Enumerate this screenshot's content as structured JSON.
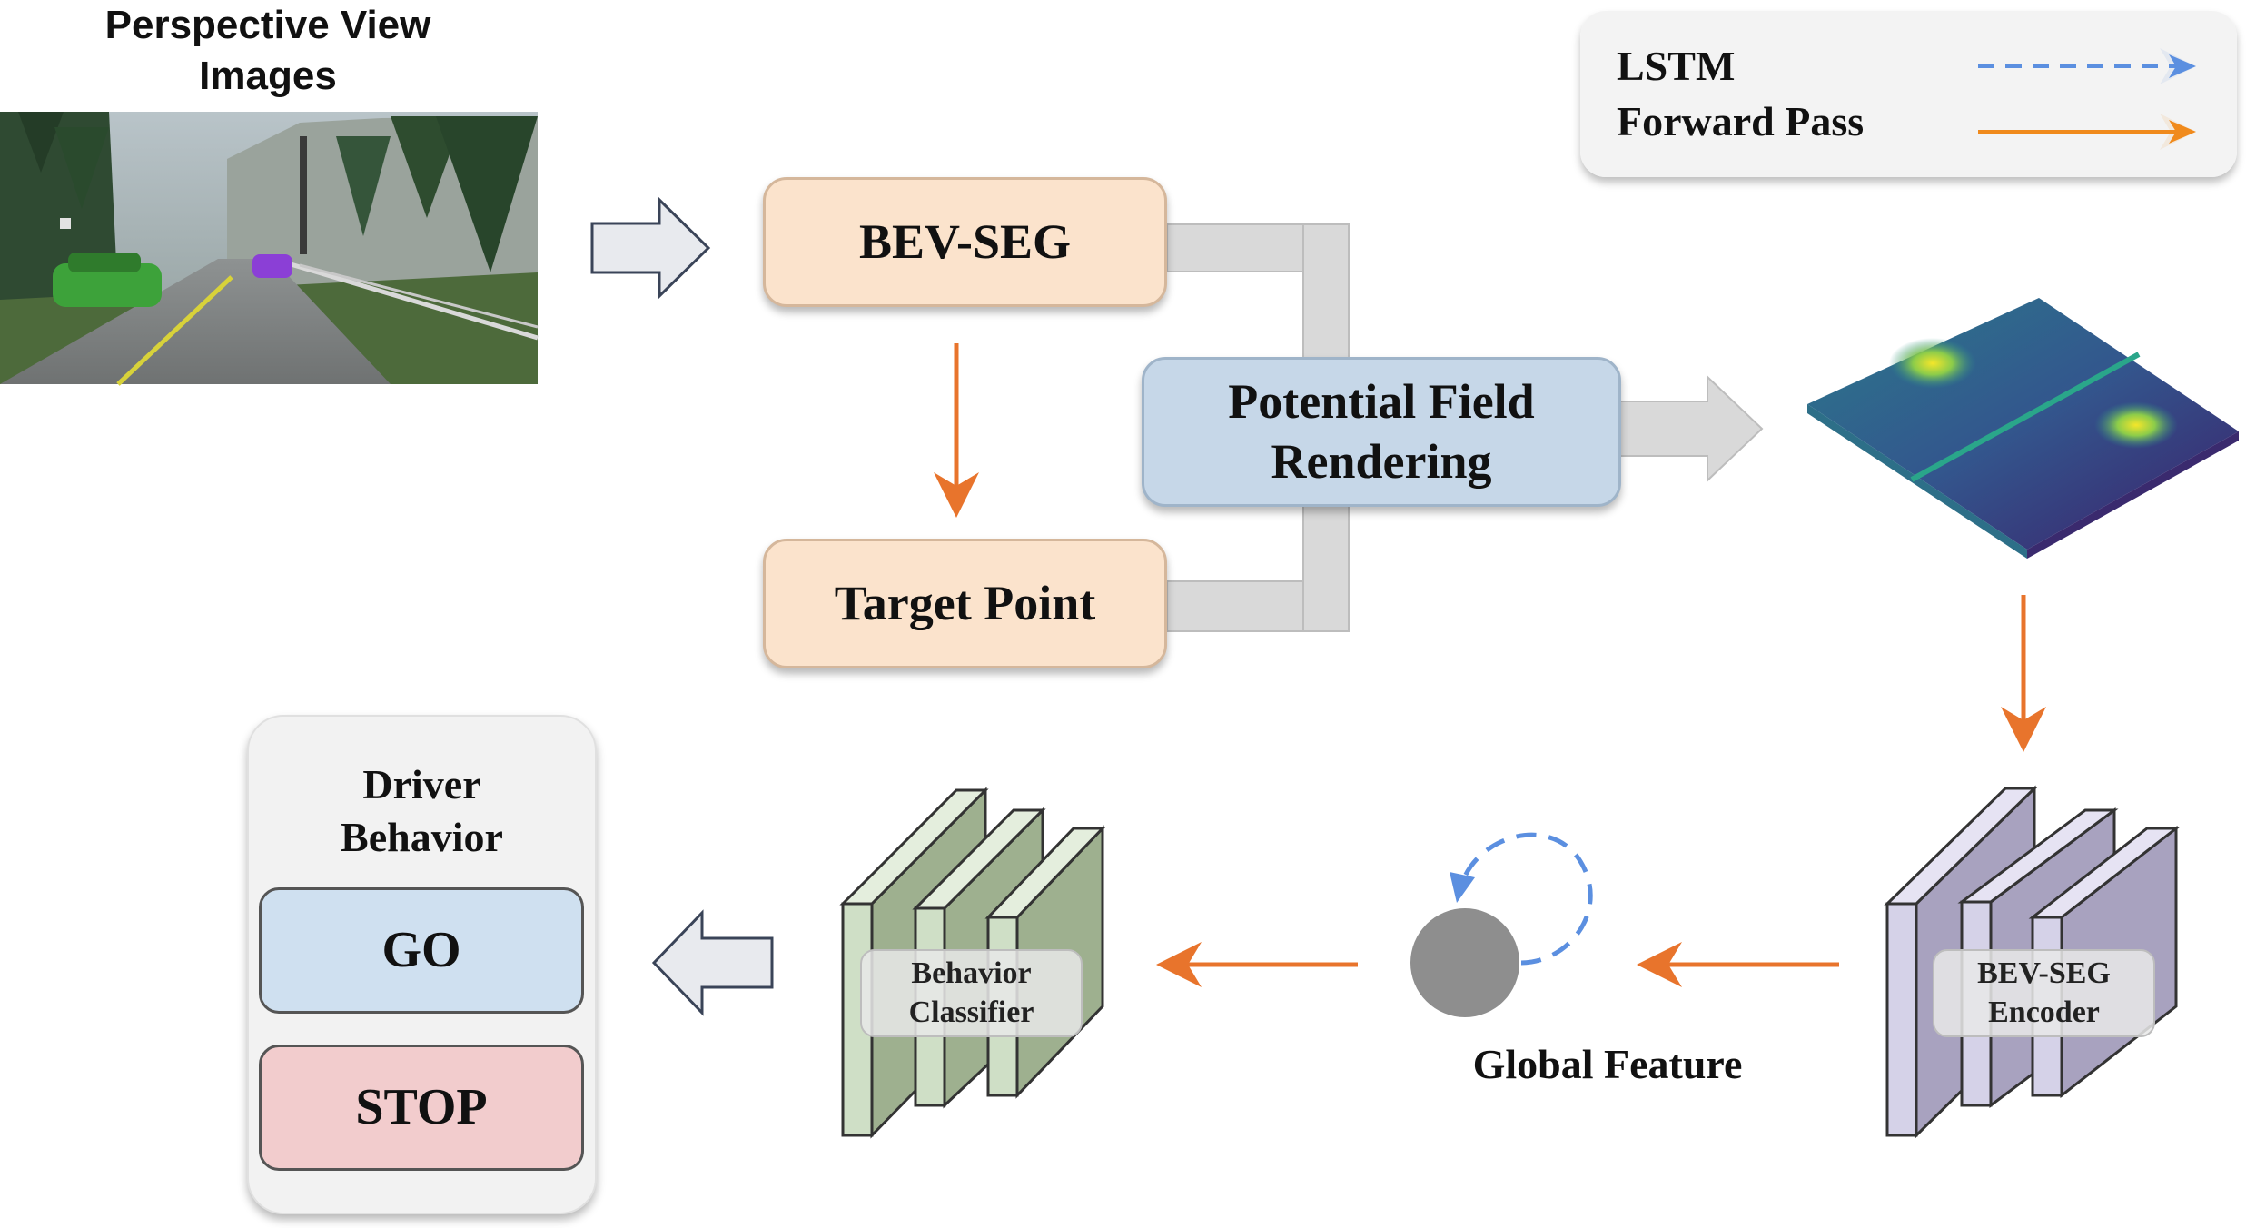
{
  "input": {
    "title_line1": "Perspective View",
    "title_line2": "Images"
  },
  "legend": {
    "lstm": "LSTM",
    "forward": "Forward Pass"
  },
  "nodes": {
    "bev_seg": "BEV-SEG",
    "target_point": "Target Point",
    "potential_field_line1": "Potential Field",
    "potential_field_line2": "Rendering",
    "encoder_line1": "BEV-SEG",
    "encoder_line2": "Encoder",
    "global_feature": "Global Feature",
    "classifier_line1": "Behavior",
    "classifier_line2": "Classifier"
  },
  "output": {
    "title_line1": "Driver",
    "title_line2": "Behavior",
    "go": "GO",
    "stop": "STOP"
  },
  "colors": {
    "lstm_arrow": "#5b8fe0",
    "forward_arrow": "#f08a1c",
    "edge_arrow": "#e8742c",
    "module_fill": "#fbe3cc",
    "rendering_fill": "#c6d7e8",
    "go_fill": "#cfe0f0",
    "stop_fill": "#f2cccd",
    "panel_fill": "#f2f2f2",
    "encoder_layer": "#d5d2e8",
    "classifier_layer": "#cfdfc6",
    "hollow_arrow_fill": "#e8eaee",
    "gray_connector": "#d9d9d9",
    "global_node": "#8e8e8e"
  }
}
